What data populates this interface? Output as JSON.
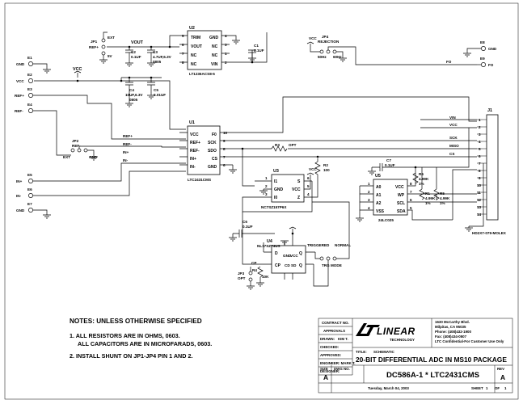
{
  "schematic": {
    "ics": {
      "u2": {
        "ref": "U2",
        "part": "LT1236ACS8-5",
        "pins_left": [
          {
            "name": "TRIM",
            "num": "5"
          },
          {
            "name": "VOUT",
            "num": "6"
          },
          {
            "name": "NC",
            "num": "7"
          },
          {
            "name": "NC",
            "num": "8"
          }
        ],
        "pins_right": [
          {
            "name": "GND",
            "num": "4"
          },
          {
            "name": "NC",
            "num": "3"
          },
          {
            "name": "NC",
            "num": "1"
          },
          {
            "name": "VIN",
            "num": "2"
          }
        ]
      },
      "u1": {
        "ref": "U1",
        "part": "LTC2431CMS",
        "pins_left": [
          {
            "name": "VCC",
            "num": "1"
          },
          {
            "name": "REF+",
            "num": "2"
          },
          {
            "name": "REF-",
            "num": "3"
          },
          {
            "name": "IN+",
            "num": "4"
          },
          {
            "name": "IN-",
            "num": "5"
          }
        ],
        "pins_right": [
          {
            "name": "F0",
            "num": "10"
          },
          {
            "name": "SCK",
            "num": "9"
          },
          {
            "name": "SDO",
            "num": "8"
          },
          {
            "name": "CS",
            "num": "7"
          },
          {
            "name": "GND",
            "num": "6"
          }
        ]
      },
      "u3": {
        "ref": "U3",
        "part": "NC7SZ157P6X",
        "pins_left": [
          {
            "name": "I1",
            "num": "1"
          },
          {
            "name": "GND",
            "num": "2"
          },
          {
            "name": "I0",
            "num": "3"
          }
        ],
        "pins_right": [
          {
            "name": "S",
            "num": "6"
          },
          {
            "name": "VCC",
            "num": "5"
          },
          {
            "name": "Z",
            "num": "4"
          }
        ]
      },
      "u5": {
        "ref": "U5",
        "part": "24LC025",
        "pins_left": [
          {
            "name": "A0",
            "num": "1"
          },
          {
            "name": "A1",
            "num": "2"
          },
          {
            "name": "A2",
            "num": "3"
          },
          {
            "name": "VSS",
            "num": "4"
          }
        ],
        "pins_right": [
          {
            "name": "VCC",
            "num": "8"
          },
          {
            "name": "WP",
            "num": "7"
          },
          {
            "name": "SCL",
            "num": "6"
          },
          {
            "name": "SDA",
            "num": "5"
          }
        ]
      },
      "u4": {
        "ref": "U4",
        "part": "NL17SZ74US",
        "pins": [
          {
            "name": "D",
            "num": "7"
          },
          {
            "name": "CP",
            "num": "1"
          },
          {
            "name": "Q",
            "num": "6"
          },
          {
            "name": "Q",
            "num": "3"
          },
          {
            "name": "GND",
            "num": "4"
          },
          {
            "name": "VCC",
            "num": "8"
          },
          {
            "name": "CD",
            "num": "5"
          },
          {
            "name": "SD",
            "num": "2"
          }
        ]
      }
    },
    "components": {
      "c1": {
        "ref": "C1",
        "value": "0.1UF"
      },
      "c2": {
        "ref": "C2",
        "value": "0.1UF"
      },
      "c3": {
        "ref": "C3",
        "value": "4.7UF,6.3V",
        "size": "0805"
      },
      "c4": {
        "ref": "C4",
        "value": "10UF,6.3V",
        "size": "0805"
      },
      "c5": {
        "ref": "C5",
        "value": "0.01UF"
      },
      "c6": {
        "ref": "C6",
        "value": "0.1UF"
      },
      "c7": {
        "ref": "C7",
        "value": "0.1UF"
      },
      "r1": {
        "ref": "R1",
        "value": "4.99K",
        "tol": "1%"
      },
      "r2": {
        "ref": "R2",
        "value": "100"
      },
      "r3": {
        "ref": "R3",
        "value": "OPT"
      },
      "r4": {
        "ref": "R4",
        "value": "10K"
      },
      "r5": {
        "ref": "R5",
        "value": "4.99K",
        "tol": "1%"
      },
      "r6": {
        "ref": "R6",
        "value": "4.99K",
        "tol": "1%"
      }
    },
    "jumpers": {
      "jp1": {
        "ref": "JP1",
        "name": "REF+",
        "opt": "EXT",
        "opt2": "5V"
      },
      "jp2": {
        "ref": "JP2",
        "name": "REF-",
        "opt": "EXT",
        "opt2": "GND"
      },
      "jp3": {
        "ref": "JP3",
        "name": "OPT"
      },
      "jp4": {
        "ref": "JP4",
        "name": "REJECTION",
        "opt": "50Hz",
        "opt2": "60Hz"
      },
      "jp5": {
        "opt": "TRIGGERED",
        "opt2": "NORMAL",
        "mode": "TRG MODE"
      }
    },
    "connectors": {
      "e1": "E1",
      "e2": "E2",
      "e3": "E3",
      "e4": "E4",
      "e5": "E5",
      "e6": "E6",
      "e7": "E7",
      "e8": "E8",
      "e9": "E9",
      "e1_label": "GND",
      "e2_label": "VCC",
      "e3_label": "REF+",
      "e4_label": "REF-",
      "e5_label": "IN+",
      "e6_label": "IN-",
      "e7_label": "GND",
      "e8_label": "GND",
      "e9_label": "FO",
      "j1": "J1",
      "j1_part": "HD2X7-079-MOLEX",
      "j1_pins": [
        "1",
        "2",
        "3",
        "4",
        "5",
        "6",
        "7",
        "8",
        "9",
        "10",
        "11",
        "12",
        "13",
        "14"
      ],
      "j1_nets": [
        "VIN",
        "VCC",
        "SCK",
        "MISO",
        "CS"
      ]
    },
    "nets": {
      "vcc": "VCC",
      "vout": "VOUT",
      "ext": "EXT",
      "fo": "FO",
      "gnd": "GND",
      "refp": "REF+",
      "refn": "REF-",
      "inp": "IN+",
      "inn": "IN-",
      "cp": "CP"
    }
  },
  "notes": {
    "heading": "NOTES:  UNLESS OTHERWISE SPECIFIED",
    "n1a": "1.  ALL RESISTORS ARE IN OHMS, 0603.",
    "n1b": "ALL CAPACITORS ARE IN MICROFARADS, 0603.",
    "n2": "2.  INSTALL SHUNT ON JP1-JP4 PIN 1 AND 2."
  },
  "title_block": {
    "contract_no": "CONTRACT NO.",
    "approvals": "APPROVALS",
    "drawn": "DRAWN:",
    "drawn_val": "KIM T.",
    "checked": "CHECKED:",
    "approved": "APPROVED:",
    "engineer": "ENGINEER: MARK T.",
    "designer": "DESIGNER:",
    "logo": "LINEAR",
    "logo_sub": "TECHNOLOGY",
    "addr1": "1630 McCarthy Blvd.",
    "addr2": "Milpitas, CA 95035",
    "phone": "Phone: (408)432-1900",
    "fax": "Fax: (408)434-0507",
    "confidential": "LTC Confidential-For Customer Use Only",
    "title_lbl": "TITLE:",
    "title": "SCHEMATIC",
    "subtitle": "20-BIT DIFFERENTIAL ADC IN MS10 PACKAGE",
    "size_lbl": "SIZE",
    "size": "A",
    "dwg_lbl": "DWG NO.",
    "dwg": "DC586A-1 * LTC2431CMS",
    "rev_lbl": "REV",
    "rev": "A",
    "date": "Tuesday, March 04, 2003",
    "sheet_lbl": "SHEET",
    "sheet": "1",
    "of_lbl": "OF",
    "of": "1"
  }
}
